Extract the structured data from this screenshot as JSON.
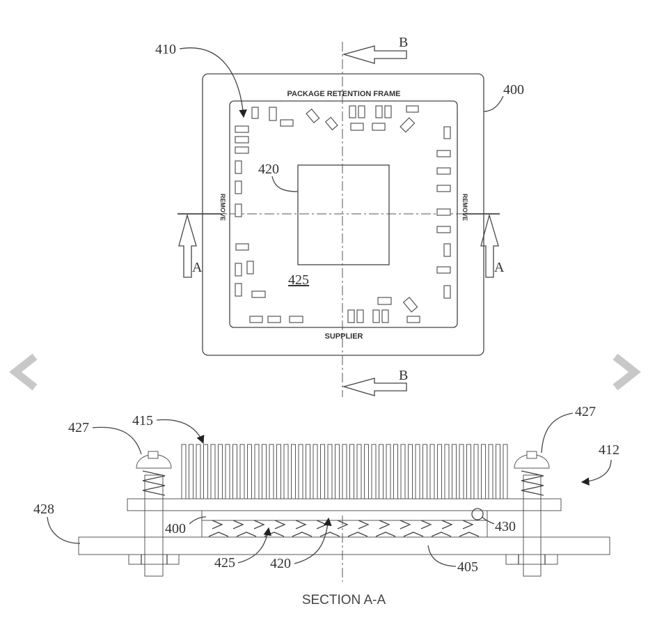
{
  "top_view": {
    "frame_title": "PACKAGE RETENTION FRAME",
    "bottom_label": "SUPPLIER",
    "left_vertical": "REMOVE",
    "right_vertical": "REMOVE",
    "refs": {
      "frame": "410",
      "outer": "400",
      "die": "420",
      "substrate": "425"
    },
    "section_a": "A",
    "section_b": "B"
  },
  "section_view": {
    "refs": {
      "heatsink": "415",
      "screw_left": "427",
      "screw_right": "427",
      "assembly": "412",
      "board": "428",
      "frame": "400",
      "ball": "430",
      "substrate": "425",
      "die": "420",
      "socket": "405"
    },
    "caption": "SECTION A-A"
  },
  "nav": {
    "prev_icon": "chevron-left-icon",
    "next_icon": "chevron-right-icon",
    "arrow_color": "#c8c8c8"
  }
}
